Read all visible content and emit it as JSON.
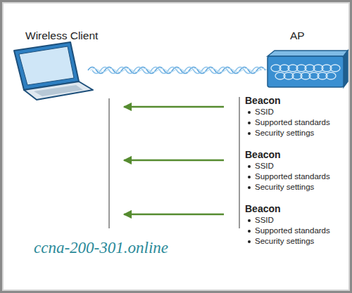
{
  "diagram": {
    "labels": [
      "Wireless Client",
      "AP",
      "Beacon",
      "SSID",
      "Supported standards",
      "Security settings",
      "Beacon",
      "SSID",
      "Supported standards",
      "Security settings",
      "Beacon",
      "SSID",
      "Supported standards",
      "Security settings",
      "ccna-200-301.online"
    ]
  }
}
